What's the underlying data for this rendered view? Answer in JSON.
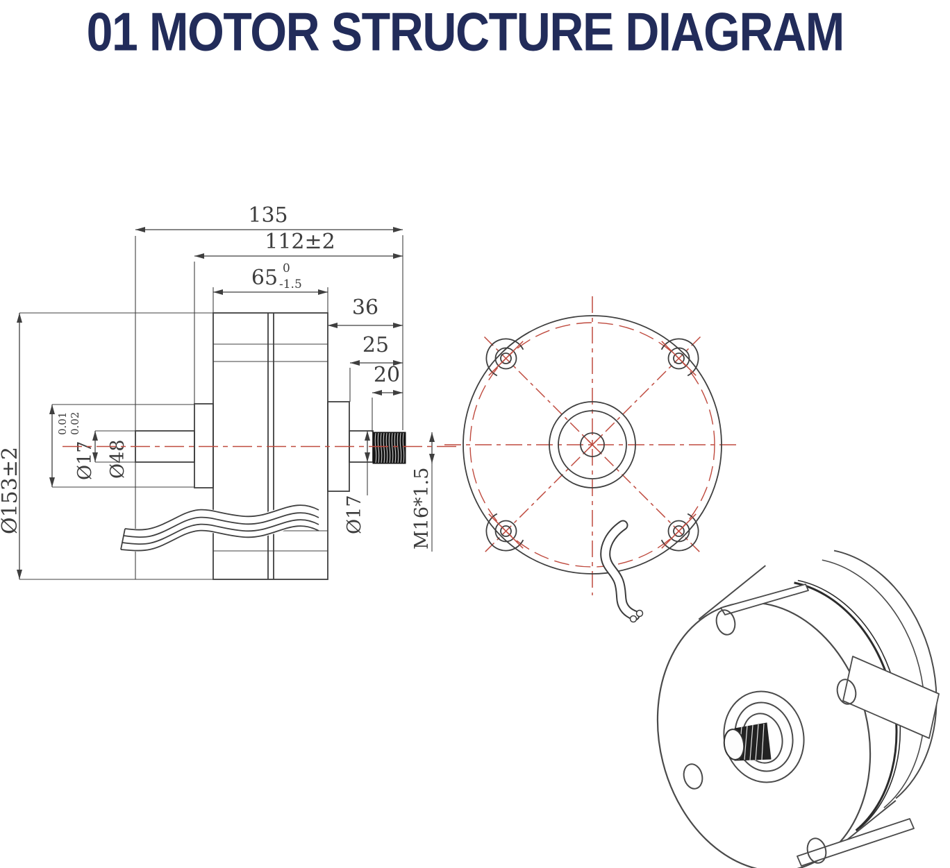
{
  "title": "01 MOTOR STRUCTURE DIAGRAM",
  "colors": {
    "title_navy": "#222c5a",
    "drawing_line": "#3f3f3f",
    "centerline_red": "#bf4a3e",
    "thread_fill": "#161616",
    "background": "#ffffff"
  },
  "side_view": {
    "dims": {
      "total_length": "135",
      "body_with_shaft": "112±2",
      "body_width": "65",
      "body_width_tol_upper": "0",
      "body_width_tol_lower": "-1.5",
      "front_length": "36",
      "shaft_length": "25",
      "thread_length": "20",
      "outer_diameter": "Ø153±2",
      "hub_diameter": "Ø48",
      "rear_shaft_diameter": "Ø17",
      "rear_shaft_tol_upper": "0.01",
      "rear_shaft_tol_lower": "0.02",
      "front_shaft_diameter": "Ø17",
      "thread_spec": "M16*1.5"
    }
  }
}
